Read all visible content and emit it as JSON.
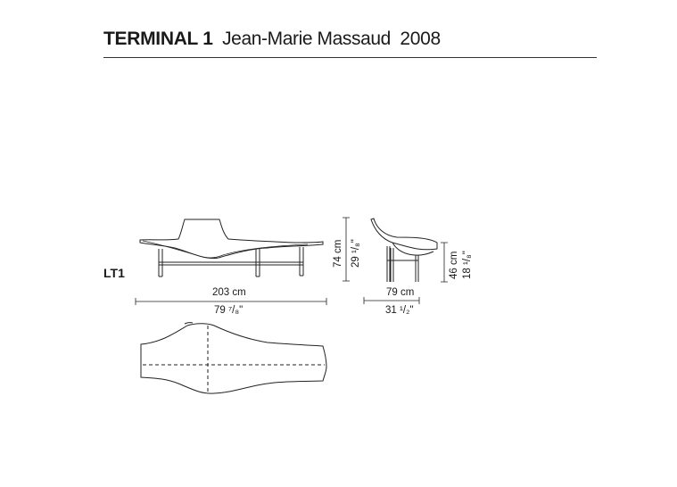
{
  "header": {
    "product": "TERMINAL 1",
    "designer": "Jean-Marie Massaud",
    "year": "2008"
  },
  "model_code": "LT1",
  "dimensions": {
    "length_cm": "203 cm",
    "length_in": "79 ⁷/₈\"",
    "height_cm": "74 cm",
    "height_in": "29 ¹/₈\"",
    "depth_cm": "79 cm",
    "depth_in": "31 ¹/₂\"",
    "seat_cm": "46 cm",
    "seat_in": "18 ¹/₈\""
  }
}
